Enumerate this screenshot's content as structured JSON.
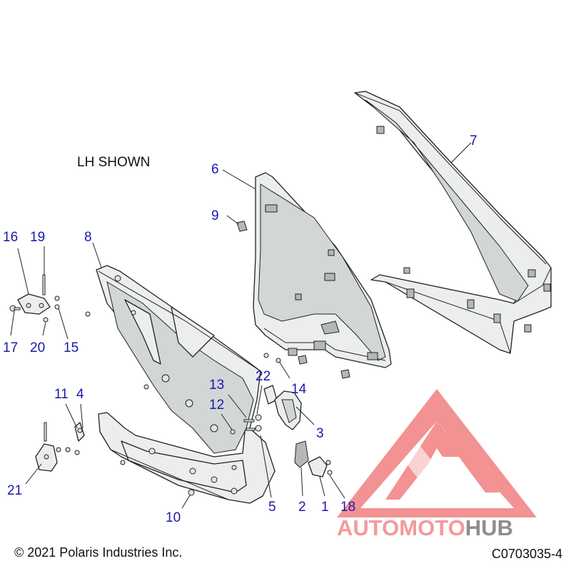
{
  "note": "LH SHOWN",
  "copyright": "© 2021 Polaris Industries Inc.",
  "part_code": "C0703035-4",
  "watermark": {
    "prefix": "AUTOMOTO",
    "suffix": "HUB",
    "colors": {
      "accent": "#f49a9a",
      "dark": "#8e8e8e",
      "logo": "#f08080"
    }
  },
  "callouts": [
    {
      "id": "c1",
      "label": "1"
    },
    {
      "id": "c2",
      "label": "2"
    },
    {
      "id": "c3",
      "label": "3"
    },
    {
      "id": "c4",
      "label": "4"
    },
    {
      "id": "c5",
      "label": "5"
    },
    {
      "id": "c6",
      "label": "6"
    },
    {
      "id": "c7",
      "label": "7"
    },
    {
      "id": "c8",
      "label": "8"
    },
    {
      "id": "c9",
      "label": "9"
    },
    {
      "id": "c10",
      "label": "10"
    },
    {
      "id": "c11",
      "label": "11"
    },
    {
      "id": "c12",
      "label": "12"
    },
    {
      "id": "c13",
      "label": "13"
    },
    {
      "id": "c14",
      "label": "14"
    },
    {
      "id": "c15",
      "label": "15"
    },
    {
      "id": "c16",
      "label": "16"
    },
    {
      "id": "c17",
      "label": "17"
    },
    {
      "id": "c18",
      "label": "18"
    },
    {
      "id": "c19",
      "label": "19"
    },
    {
      "id": "c20",
      "label": "20"
    },
    {
      "id": "c21",
      "label": "21"
    },
    {
      "id": "c22",
      "label": "22"
    }
  ]
}
